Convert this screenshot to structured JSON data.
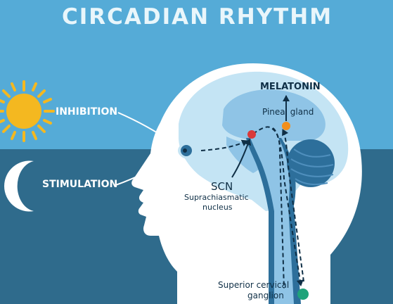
{
  "title": "CIRCADIAN RHYTHM",
  "labels": {
    "inhibition": "INHIBITION",
    "stimulation": "STIMULATION",
    "melatonin": "MELATONIN",
    "pineal_gland": "Pineal gland",
    "scn": "SCN",
    "scn_full_line1": "Suprachiasmatic",
    "scn_full_line2": "nucleus",
    "ganglion_line1": "Superior cervical",
    "ganglion_line2": "ganglion"
  },
  "colors": {
    "sky": "#55abd7",
    "night": "#2f6b8c",
    "sun": "#f4b820",
    "moon": "#ffffff",
    "head": "#ffffff",
    "brain_light": "#c4e4f4",
    "brain_mid": "#8fc4e6",
    "brain_dark": "#2d6f9b",
    "scn_dot": "#d93a3a",
    "pineal_dot": "#f28f1c",
    "ganglion_dot": "#1fa37a",
    "text_dark": "#0f2f46"
  }
}
